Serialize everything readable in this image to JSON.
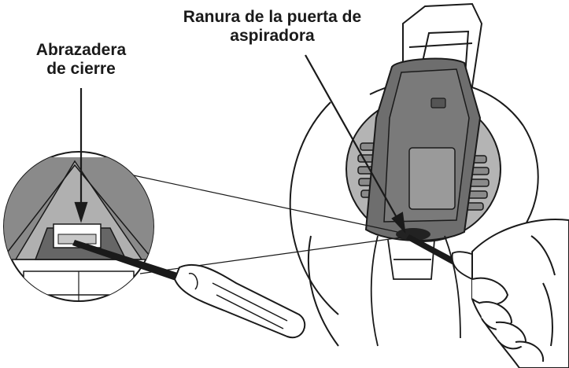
{
  "labels": {
    "clamp": [
      "Abrazadera",
      "de cierre"
    ],
    "slot": [
      "Ranura de la puerta de",
      "aspiradora"
    ]
  },
  "colors": {
    "line": "#1a1a1a",
    "dark_gray": "#6e6e6e",
    "mid_gray": "#9a9a9a",
    "light_gray": "#c8c8c8",
    "white": "#ffffff"
  }
}
